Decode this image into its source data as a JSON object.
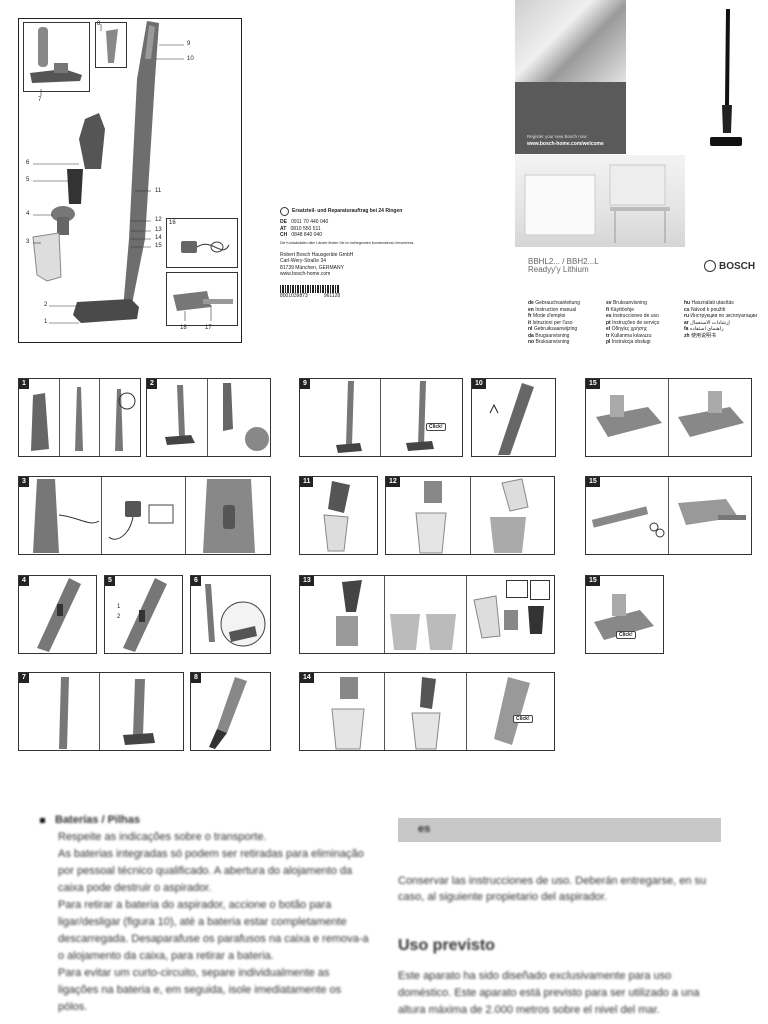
{
  "cover": {
    "callouts": [
      "1",
      "2",
      "3",
      "4",
      "5",
      "6",
      "7",
      "8",
      "9",
      "10",
      "11",
      "12",
      "13",
      "14",
      "15",
      "16",
      "17",
      "18"
    ],
    "service_title": "Ersatzteil- und Reparaturauftrag bei 24 Ringen",
    "service_lines": [
      {
        "cc": "DE",
        "num": "0911 70 440 040"
      },
      {
        "cc": "AT",
        "num": "0810 550 511"
      },
      {
        "cc": "CH",
        "num": "0848 840 040"
      }
    ],
    "service_note": "Die Kontaktdaten aller Länder finden Sie im beiliegenden Kundendienst-Verzeichnis.",
    "company": [
      "Robert Bosch Hausgeräte GmbH",
      "Carl-Wery-Straße 34",
      "81739 München, GERMANY",
      "www.bosch-home.com"
    ],
    "barcode_num": "8001039873",
    "barcode_code": "961128",
    "register_small": "Register your new Bosch now:",
    "register_url": "www.bosch-home.com/welcome",
    "model_line": "BBHL2... / BBH2...L",
    "model_name": "Readyy'y Lithium",
    "brand": "BOSCH",
    "languages": [
      [
        "de",
        "Gebrauchsanleitung"
      ],
      [
        "en",
        "Instruction manual"
      ],
      [
        "fr",
        "Mode d'emploi"
      ],
      [
        "it",
        "Istruzioni per l'uso"
      ],
      [
        "nl",
        "Gebruiksaanwijzing"
      ],
      [
        "da",
        "Brugsanvisning"
      ],
      [
        "no",
        "Bruksanvisning"
      ],
      [
        "sv",
        "Bruksanvisning"
      ],
      [
        "fi",
        "Käyttöohje"
      ],
      [
        "es",
        "Instrucciones de uso"
      ],
      [
        "pt",
        "Instruções de serviço"
      ],
      [
        "el",
        "Οδηγίες χρήσης"
      ],
      [
        "tr",
        "Kullanma kılavuzu"
      ],
      [
        "pl",
        "Instrukcja obsługi"
      ],
      [
        "hu",
        "Használati utasítás"
      ],
      [
        "cs",
        "Návod k použití"
      ],
      [
        "ru",
        "Инструкция по эксплуатации"
      ],
      [
        "ar",
        "إرشادات الاستعمال"
      ],
      [
        "fa",
        "راهنمای استفاده"
      ],
      [
        "zh",
        "使用说明书"
      ]
    ]
  },
  "panels": [
    {
      "n": "1"
    },
    {
      "n": "2"
    },
    {
      "n": "9"
    },
    {
      "n": "10"
    },
    {
      "n": "15"
    },
    {
      "n": "3"
    },
    {
      "n": "11"
    },
    {
      "n": "12"
    },
    {
      "n": "15"
    },
    {
      "n": "4"
    },
    {
      "n": "5"
    },
    {
      "n": "6"
    },
    {
      "n": "13"
    },
    {
      "n": "15"
    },
    {
      "n": "7"
    },
    {
      "n": "8"
    },
    {
      "n": "14"
    }
  ],
  "click_label": "Click!",
  "step5_labels": [
    "1",
    "2"
  ],
  "bottom": {
    "bullet_title": "Baterías / Pilhas",
    "left_paragraphs": [
      "Respeite as indicações sobre o transporte.",
      "As baterias integradas só podem ser retiradas para eliminação por pessoal técnico qualificado. A abertura do alojamento da caixa pode destruir o aspirador.",
      "Para retirar a bateria do aspirador, accione o botão para ligar/desligar (figura 10), até a bateria estar completamente descarregada. Desaparafuse os parafusos na caixa e remova-a o alojamento da caixa, para retirar a bateria.",
      "Para evitar um curto-circuito, separe individualmente as ligações na bateria e, em seguida, isole imediatamente os pólos."
    ],
    "lang_bar": "es",
    "intro": "Conservar las instrucciones de uso. Deberán entregarse, en su caso, al siguiente propietario del aspirador.",
    "heading": "Uso previsto",
    "body": "Este aparato ha sido diseñado exclusivamente para uso doméstico. Este aparato está previsto para ser utilizado a una altura máxima de 2.000 metros sobre el nivel del mar."
  }
}
